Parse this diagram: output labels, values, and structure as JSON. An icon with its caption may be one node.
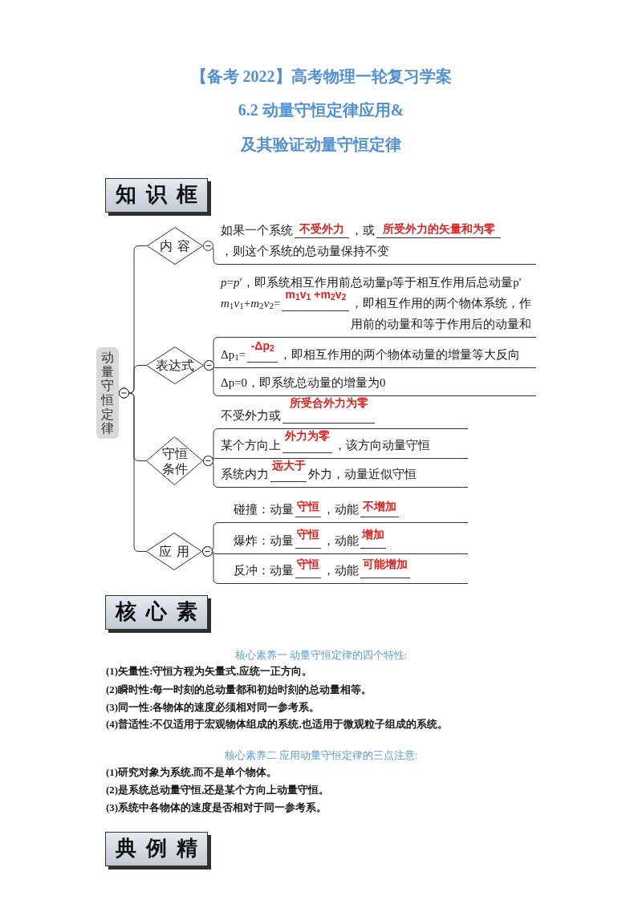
{
  "diagram": {
    "title": "【备考 2022】高考物理一轮复习学案",
    "nodes": [
      {
        "text": [
          "知识框"
        ]
      },
      {
        "text": [
          "动量守恒定律"
        ]
      },
      {
        "text": [
          "内容"
        ]
      },
      {
        "text": [
          "如果一个系统",
          "不受外力",
          "，或",
          "所受外力的矢量和为零",
          "，则这个系统的总动量保持不变"
        ]
      },
      {
        "text": [
          "表达式"
        ]
      },
      {
        "text": [
          "*p*=*p*′，即系统相互作用前总动量p等于相互作用后总动量p'",
          "*m*$_{1}$*v*$_{1}$+*m*$_{2}$*v*$_{2}$=",
          "m$_{1}$v$_{1}$ +m$_{2}$v$_{2}$",
          "，即相互作用的两个物体系统，作用前的动量和等于作用后的动量和"
        ]
      },
      {
        "text": [
          "Δp$_{1}$=",
          "-Δp$_{2}$",
          "，即相互作用的两个物体动量的增量等大反向"
        ]
      },
      {
        "text": [
          "Δp=0，即系统总动量的增量为0"
        ]
      },
      {
        "text": [
          "守恒条件"
        ]
      },
      {
        "text": [
          "不受外力或",
          "所受合外力为零"
        ]
      },
      {
        "text": [
          "某个方向上",
          "外力为零",
          "，该方向动量守恒"
        ]
      },
      {
        "text": [
          "系统内力",
          "远大于",
          "外力，动量近似守恒"
        ]
      },
      {
        "text": [
          "应用"
        ]
      },
      {
        "text": [
          "碰撞：动量",
          "守恒",
          "，动能",
          "不增加"
        ]
      },
      {
        "text": [
          "爆炸：动量",
          "守恒",
          "，动能",
          "增加"
        ]
      },
      {
        "text": [
          "反冲：动量",
          "守恒",
          "，动能",
          "可能增加"
        ]
      },
      {
        "text": [
          "核心素"
        ]
      },
      {
        "text": [
          "典例精"
        ]
      }
    ],
    "edges": [
      {
        "from": 1,
        "to": 2,
        "arrow": "other"
      },
      {
        "from": 1,
        "to": 4,
        "arrow": "other"
      },
      {
        "from": 1,
        "to": 8,
        "arrow": "other"
      },
      {
        "from": 1,
        "to": 12,
        "arrow": "other"
      },
      {
        "from": 2,
        "to": 3,
        "arrow": "other"
      },
      {
        "from": 4,
        "to": 5,
        "arrow": "other"
      },
      {
        "from": 4,
        "to": 6,
        "arrow": "other"
      },
      {
        "from": 4,
        "to": 7,
        "arrow": "other"
      },
      {
        "from": 8,
        "to": 9,
        "arrow": "other"
      },
      {
        "from": 8,
        "to": 10,
        "arrow": "other"
      },
      {
        "from": 8,
        "to": 11,
        "arrow": "other"
      },
      {
        "from": 12,
        "to": 13,
        "arrow": "other"
      },
      {
        "from": 12,
        "to": 14,
        "arrow": "other"
      },
      {
        "from": 12,
        "to": 15,
        "arrow": "other"
      }
    ],
    "labels": [
      "6.2 动量守恒定律应用&",
      "及其验证动量守恒定律",
      "核心素养一 动量守恒定律的四个特性:",
      "(1)矢量性:守恒方程为矢量式,应统一正方向。",
      "(2)瞬时性:每一时刻的总动量都和初始时刻的总动量相等。",
      "(3)同一性:各物体的速度必须相对同一参考系。",
      "(4)普适性:不仅适用于宏观物体组成的系统,也适用于微观粒子组成的系统。",
      "核心素养二 应用动量守恒定律的三点注意:",
      "(1)研究对象为系统,而不是单个物体。",
      "(2)是系统总动量守恒,还是某个方向上动量守恒。",
      "(3)系统中各物体的速度是否相对于同一参考系。"
    ]
  }
}
